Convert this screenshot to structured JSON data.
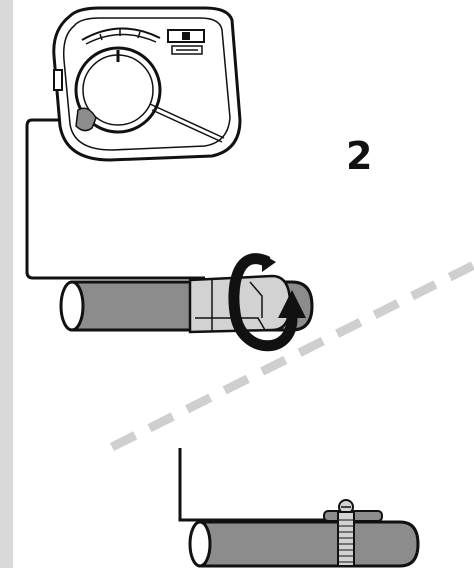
{
  "step": {
    "number": "2"
  },
  "colors": {
    "strip": "#d9d9d9",
    "pipe": "#8c8c8c",
    "pipe_end": "#ffffff",
    "sensor": "#cfcfcf",
    "outline": "#111111",
    "divider": "#cfcfcf"
  },
  "icons": [
    "thermostat-controller",
    "rotate-arrow-icon",
    "hose-clamp",
    "pipe",
    "sensor-sleeve"
  ]
}
